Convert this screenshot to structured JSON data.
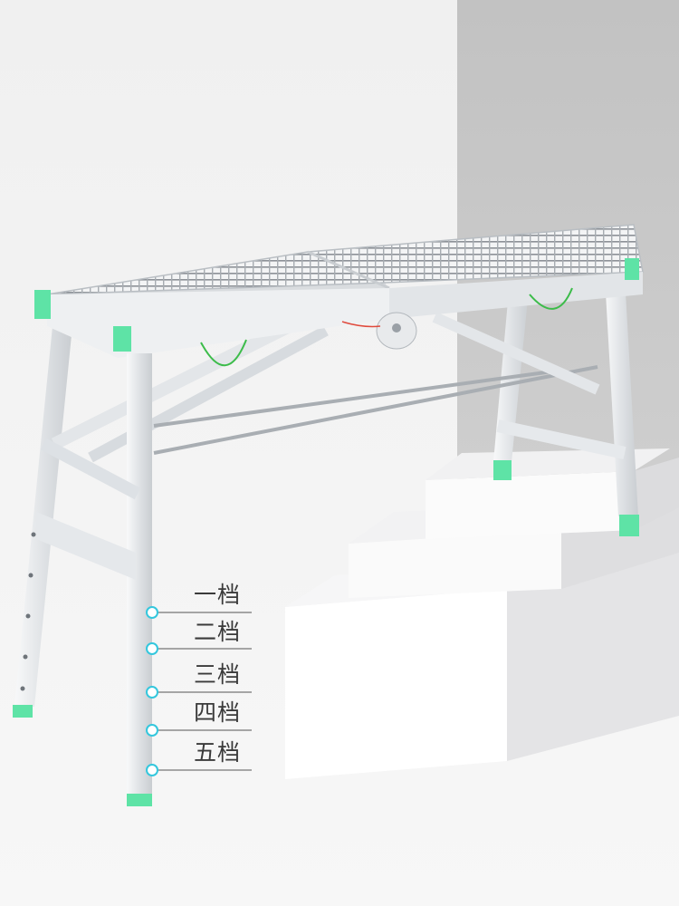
{
  "colors": {
    "background": "#f2f2f2",
    "back_wall": "#c9c9c9",
    "aluminum": "#e6e8ea",
    "accent_green": "#5ee3a6",
    "marker_cyan": "#34c7dd",
    "stairs": "#e9e9eb"
  },
  "height_levels": {
    "items": [
      {
        "label": "一档"
      },
      {
        "label": "二档"
      },
      {
        "label": "三档"
      },
      {
        "label": "四档"
      },
      {
        "label": "五档"
      }
    ]
  }
}
